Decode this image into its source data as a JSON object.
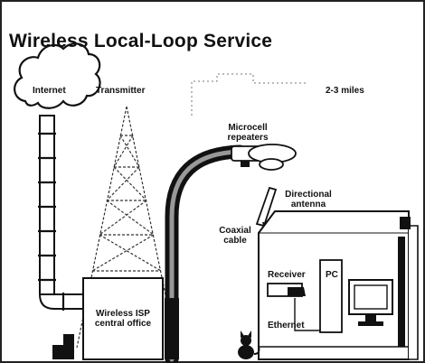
{
  "title": "Wireless Local-Loop Service",
  "labels": {
    "internet": "Internet",
    "transmitter": "Transmitter",
    "distance": "2-3 miles",
    "microcell_line1": "Microcell",
    "microcell_line2": "repeaters",
    "directional_line1": "Directional",
    "directional_line2": "antenna",
    "coaxial_line1": "Coaxial",
    "coaxial_line2": "cable",
    "receiver": "Receiver",
    "pc": "PC",
    "isp_line1": "Wireless ISP",
    "isp_line2": "central office",
    "ethernet": "Ethernet"
  },
  "icons": [
    "cloud-icon",
    "transmitter-tower-icon",
    "pipe-icon",
    "streetlight-icon",
    "directional-antenna-icon",
    "house-icon",
    "monitor-icon",
    "cat-icon"
  ]
}
